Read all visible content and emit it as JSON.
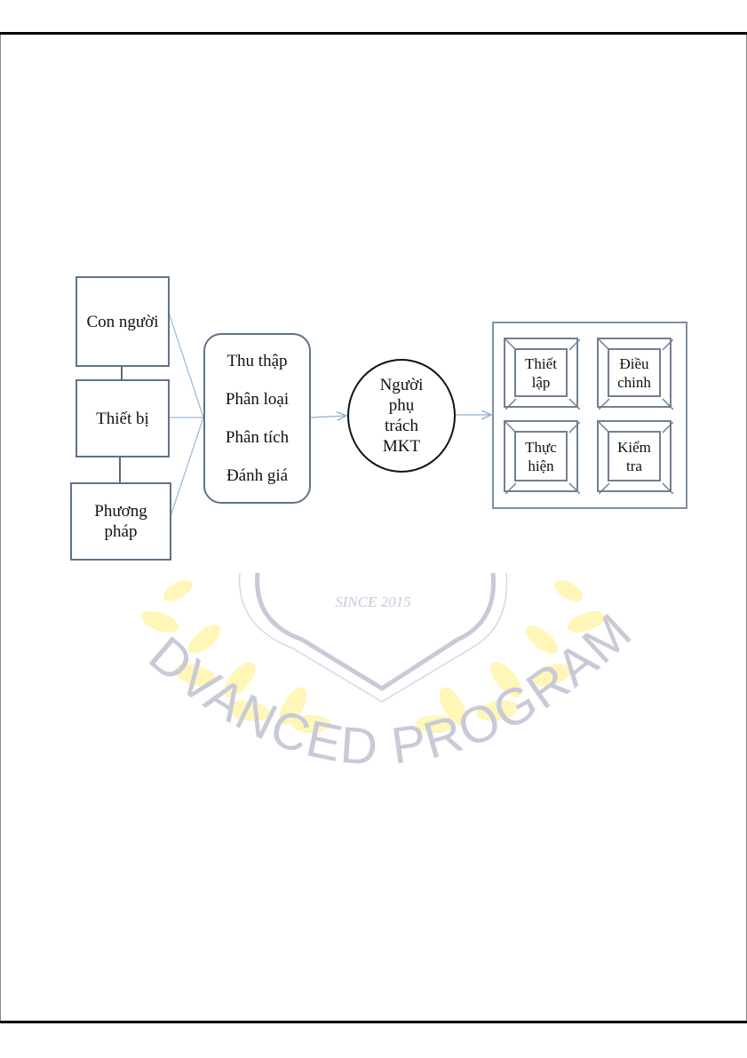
{
  "sources": [
    "Con người",
    "Thiết bị",
    "Phương pháp"
  ],
  "process_steps": [
    "Thu thập",
    "Phân loại",
    "Phân tích",
    "Đánh giá"
  ],
  "center_node": "Người phụ trách MKT",
  "center_lines": [
    "Người",
    "phụ",
    "trách",
    "MKT"
  ],
  "functions": [
    {
      "line1": "Thiết",
      "line2": "lập"
    },
    {
      "line1": "Điều",
      "line2": "chinh"
    },
    {
      "line1": "Thực",
      "line2": "hiện"
    },
    {
      "line1": "Kiểm",
      "line2": "tra"
    }
  ],
  "watermark": {
    "since": "SINCE 2015",
    "name": "ADVANCED PROGRAM"
  },
  "colors": {
    "box_border": "#5f7388",
    "arrow": "#8fb0d0",
    "watermark_text": "#c8cad8",
    "laurel": "#fff6b0"
  }
}
